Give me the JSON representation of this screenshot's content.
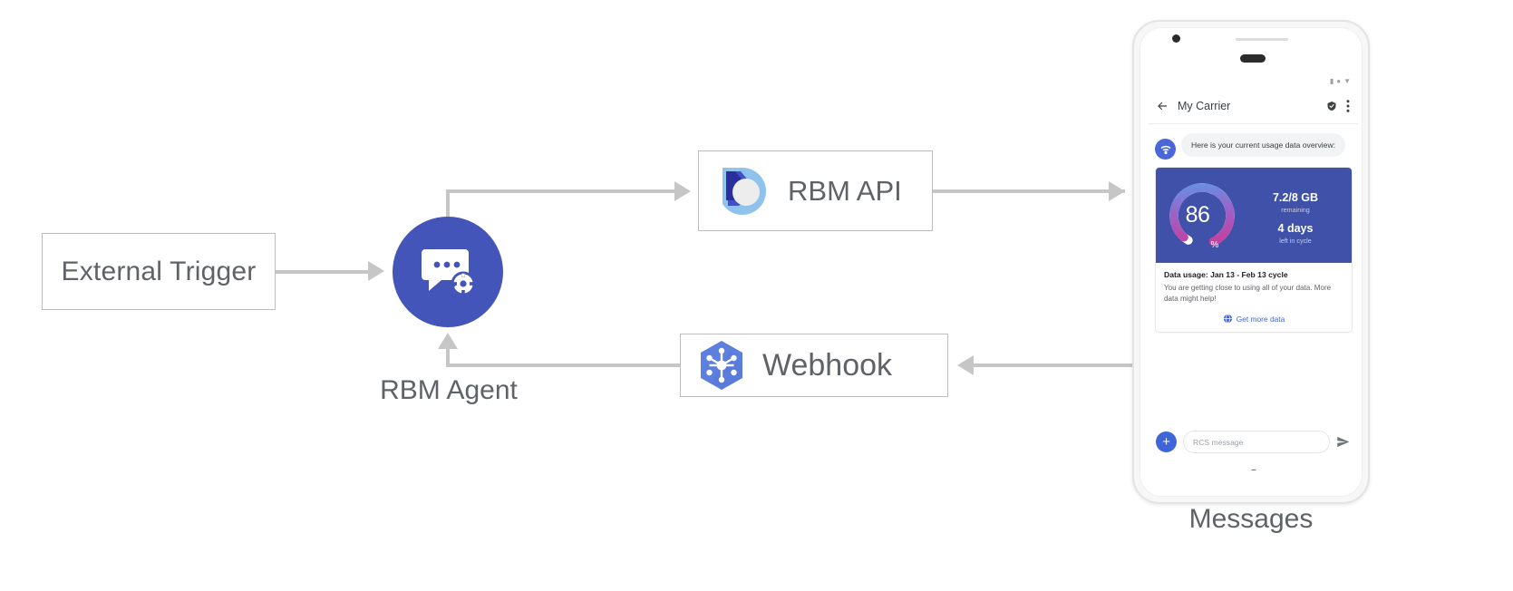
{
  "diagram": {
    "external_trigger": {
      "label": "External Trigger"
    },
    "rbm_agent": {
      "caption": "RBM Agent",
      "icon": "chat-gear-icon"
    },
    "rbm_api": {
      "label": "RBM API",
      "icon": "rbm-api-logo-icon"
    },
    "webhook": {
      "label": "Webhook",
      "icon": "webhook-hexagon-icon"
    },
    "phone_caption": "Messages",
    "colors": {
      "agent_circle": "#4355b9",
      "connector": "#c6c6c6",
      "box_border": "#bdbdbd",
      "label_text": "#5f6368"
    }
  },
  "phone": {
    "status_bar": {
      "glyphs": [
        "signal-icon",
        "wifi-icon",
        "battery-icon"
      ]
    },
    "app_bar": {
      "back_icon": "back-arrow-icon",
      "title": "My Carrier",
      "verified_icon": "verified-shield-icon",
      "overflow_icon": "more-vert-icon"
    },
    "conversation": {
      "agent_avatar_icon": "carrier-wifi-avatar-icon",
      "intro_message": "Here is your current usage data overview:",
      "rich_card": {
        "gauge": {
          "value": "86",
          "unit": "%",
          "percent": 86,
          "track_color": "#ffffff",
          "gradient_start": "#5a9bec",
          "gradient_mid": "#9a63c8",
          "gradient_end": "#d8318e"
        },
        "media_background": "#3f51a8",
        "stats": [
          {
            "main": "7.2/8 GB",
            "sub": "remaining"
          },
          {
            "main": "4 days",
            "sub": "left in cycle"
          }
        ],
        "title": "Data usage: Jan 13 - Feb 13 cycle",
        "description": "You are getting close to using all of your data. More data might help!",
        "action": {
          "icon": "globe-icon",
          "label": "Get more data",
          "color": "#3f66d8"
        }
      }
    },
    "composer": {
      "plus_icon": "add-icon",
      "placeholder": "RCS message",
      "send_icon": "send-icon"
    },
    "nav_bar": {
      "back": "nav-back-icon",
      "home": "nav-home-icon",
      "recents": "nav-recents-icon"
    }
  }
}
